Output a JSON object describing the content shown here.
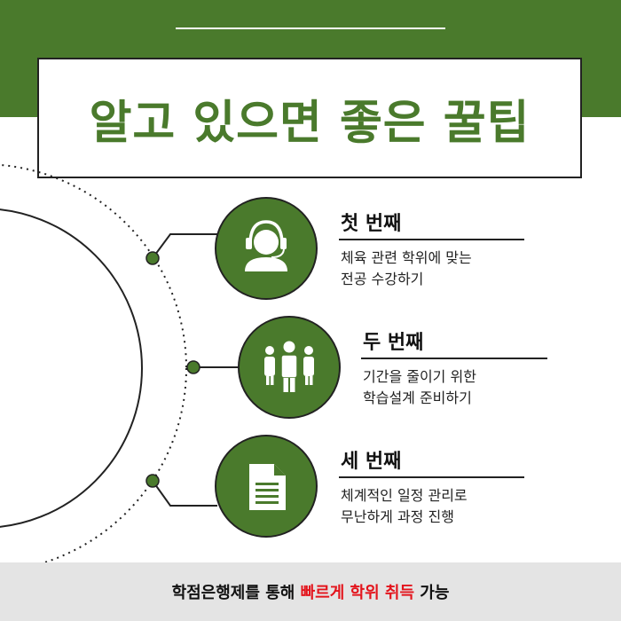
{
  "title": "알고 있으면 좋은 꿀팁",
  "items": [
    {
      "heading": "첫 번째",
      "line1": "체육 관련 학위에 맞는",
      "line2": "전공 수강하기",
      "icon": "headset-user-icon"
    },
    {
      "heading": "두 번째",
      "line1": "기간을 줄이기 위한",
      "line2": "학습설계 준비하기",
      "icon": "group-people-icon"
    },
    {
      "heading": "세 번째",
      "line1": "체계적인 일정 관리로",
      "line2": "무난하게 과정 진행",
      "icon": "document-icon"
    }
  ],
  "footer": {
    "pre": "학점은행제를 통해 ",
    "highlight": "빠르게 학위 취득",
    "post": " 가능"
  },
  "colors": {
    "green": "#4a7a2c",
    "red": "#e3141c",
    "footer_bg": "#e4e4e4"
  }
}
